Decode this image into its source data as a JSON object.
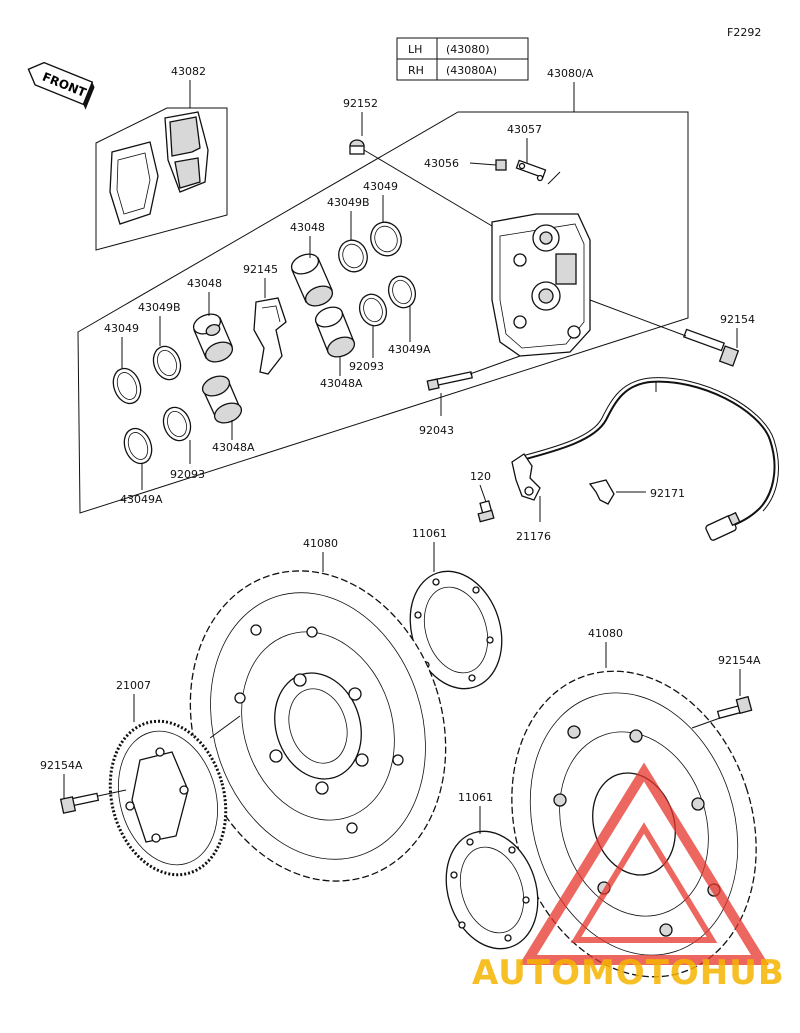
{
  "figure_code": "F2292",
  "front_label": "FRONT",
  "side_table": {
    "rows": [
      {
        "side": "LH",
        "part": "(43080)"
      },
      {
        "side": "RH",
        "part": "(43080A)"
      }
    ]
  },
  "parts": {
    "p43082": "43082",
    "p92152": "92152",
    "p43080A": "43080/A",
    "p43057": "43057",
    "p43056": "43056",
    "p43049_top": "43049",
    "p43049B_top": "43049B",
    "p43048_top": "43048",
    "p92145": "92145",
    "p43048_left": "43048",
    "p43049B_left": "43049B",
    "p43049_left": "43049",
    "p92093_mid": "92093",
    "p43049A_mid": "43049A",
    "p43048A_mid": "43048A",
    "p43048A_low": "43048A",
    "p92093_low": "92093",
    "p43049A_low": "43049A",
    "p92154": "92154",
    "p92043": "92043",
    "p120": "120",
    "p21176": "21176",
    "p92171": "92171",
    "p41080_left": "41080",
    "p11061_top": "11061",
    "p41080_right": "41080",
    "p92154A_right": "92154A",
    "p21007": "21007",
    "p92154A_left": "92154A",
    "p11061_low": "11061"
  },
  "watermark": {
    "text": "AUTOMOTOHUB",
    "color": "#f5b400",
    "logo_color": "#e8352d"
  }
}
